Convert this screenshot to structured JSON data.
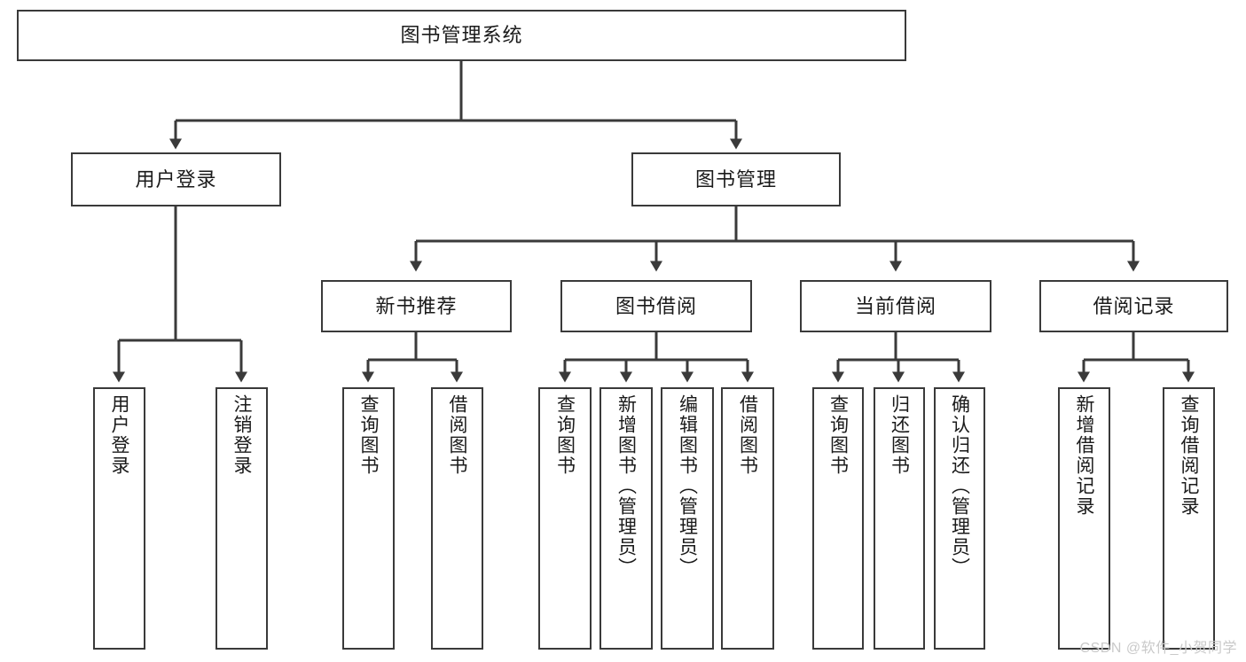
{
  "diagram": {
    "title": "图书管理系统",
    "type": "tree-hierarchy-diagram",
    "colors": {
      "border": "#3a3a3a",
      "fill": "#ffffff",
      "text": "#1a1a1a",
      "connector": "#3a3a3a",
      "watermark": "#c9c9c9"
    },
    "root": {
      "label": "图书管理系统"
    },
    "level2": [
      {
        "label": "用户登录"
      },
      {
        "label": "图书管理"
      }
    ],
    "level3": [
      {
        "label": "新书推荐"
      },
      {
        "label": "图书借阅"
      },
      {
        "label": "当前借阅"
      },
      {
        "label": "借阅记录"
      }
    ],
    "leaves": {
      "user_login": [
        {
          "label": "用户登录"
        },
        {
          "label": "注销登录"
        }
      ],
      "new_book_recommend": [
        {
          "label": "查询图书"
        },
        {
          "label": "借阅图书"
        }
      ],
      "book_borrow": [
        {
          "label": "查询图书"
        },
        {
          "label": "新增图书（管理员）"
        },
        {
          "label": "编辑图书（管理员）"
        },
        {
          "label": "借阅图书"
        }
      ],
      "current_borrow": [
        {
          "label": "查询图书"
        },
        {
          "label": "归还图书"
        },
        {
          "label": "确认归还（管理员）"
        }
      ],
      "borrow_record": [
        {
          "label": "新增借阅记录"
        },
        {
          "label": "查询借阅记录"
        }
      ]
    }
  },
  "watermark": {
    "text": "CSDN @软件_小贺同学"
  }
}
